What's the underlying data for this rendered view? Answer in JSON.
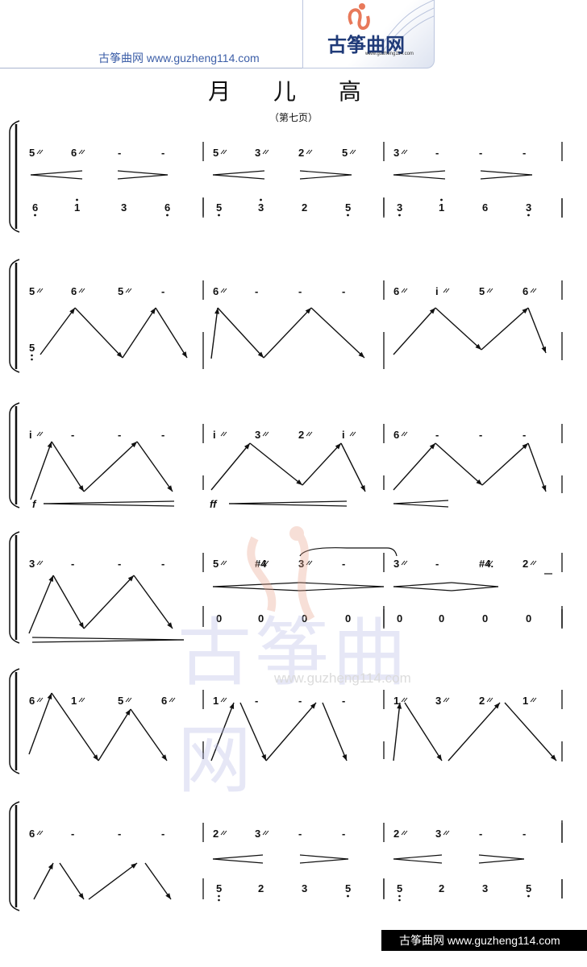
{
  "header": {
    "site_text": "古筝曲网  www.guzheng114.com",
    "logo_text": "古筝曲网",
    "logo_url": "www.guzheng114.com"
  },
  "title": "月 儿 高",
  "subtitle": "（第七页）",
  "watermark": {
    "text": "古筝曲网",
    "url": "www.guzheng114.com"
  },
  "footer": "古筝曲网  www.guzheng114.com",
  "systems": [
    {
      "upper": [
        [
          "5",
          "6",
          "-",
          "-"
        ],
        [
          "5",
          "3",
          "2",
          "5"
        ],
        [
          "3",
          "-",
          "-",
          "-"
        ]
      ],
      "lower": [
        [
          "6",
          "1",
          "3",
          "6"
        ],
        [
          "5",
          "3",
          "2",
          "5"
        ],
        [
          "3",
          "1",
          "6",
          "3"
        ]
      ]
    },
    {
      "upper": [
        [
          "5",
          "6",
          "5",
          "-"
        ],
        [
          "6",
          "-",
          "-",
          "-"
        ],
        [
          "6",
          "i",
          "5",
          "6"
        ]
      ],
      "lower_first": "5"
    },
    {
      "upper": [
        [
          "i",
          "-",
          "-",
          "-"
        ],
        [
          "i",
          "3",
          "2",
          "i"
        ],
        [
          "6",
          "-",
          "-",
          "-"
        ]
      ],
      "dynamics": [
        "f",
        "ff"
      ]
    },
    {
      "upper": [
        [
          "3",
          "-",
          "-",
          "-"
        ],
        [
          "5",
          "#4",
          "3",
          "-"
        ],
        [
          "3",
          "-",
          "#4.",
          "2"
        ]
      ],
      "lower": [
        [],
        [
          "0",
          "0",
          "0",
          "0"
        ],
        [
          "0",
          "0",
          "0",
          "0"
        ]
      ]
    },
    {
      "upper": [
        [
          "6",
          "1",
          "5",
          "6"
        ],
        [
          "1",
          "-",
          "-",
          "-"
        ],
        [
          "1",
          "3",
          "2",
          "1"
        ]
      ]
    },
    {
      "upper": [
        [
          "6",
          "-",
          "-",
          "-"
        ],
        [
          "2",
          "3",
          "-",
          "-"
        ],
        [
          "2",
          "3",
          "-",
          "-"
        ]
      ],
      "lower": [
        [],
        [
          "5",
          "2",
          "3",
          "5"
        ],
        [
          "5",
          "2",
          "3",
          "5"
        ]
      ]
    }
  ]
}
